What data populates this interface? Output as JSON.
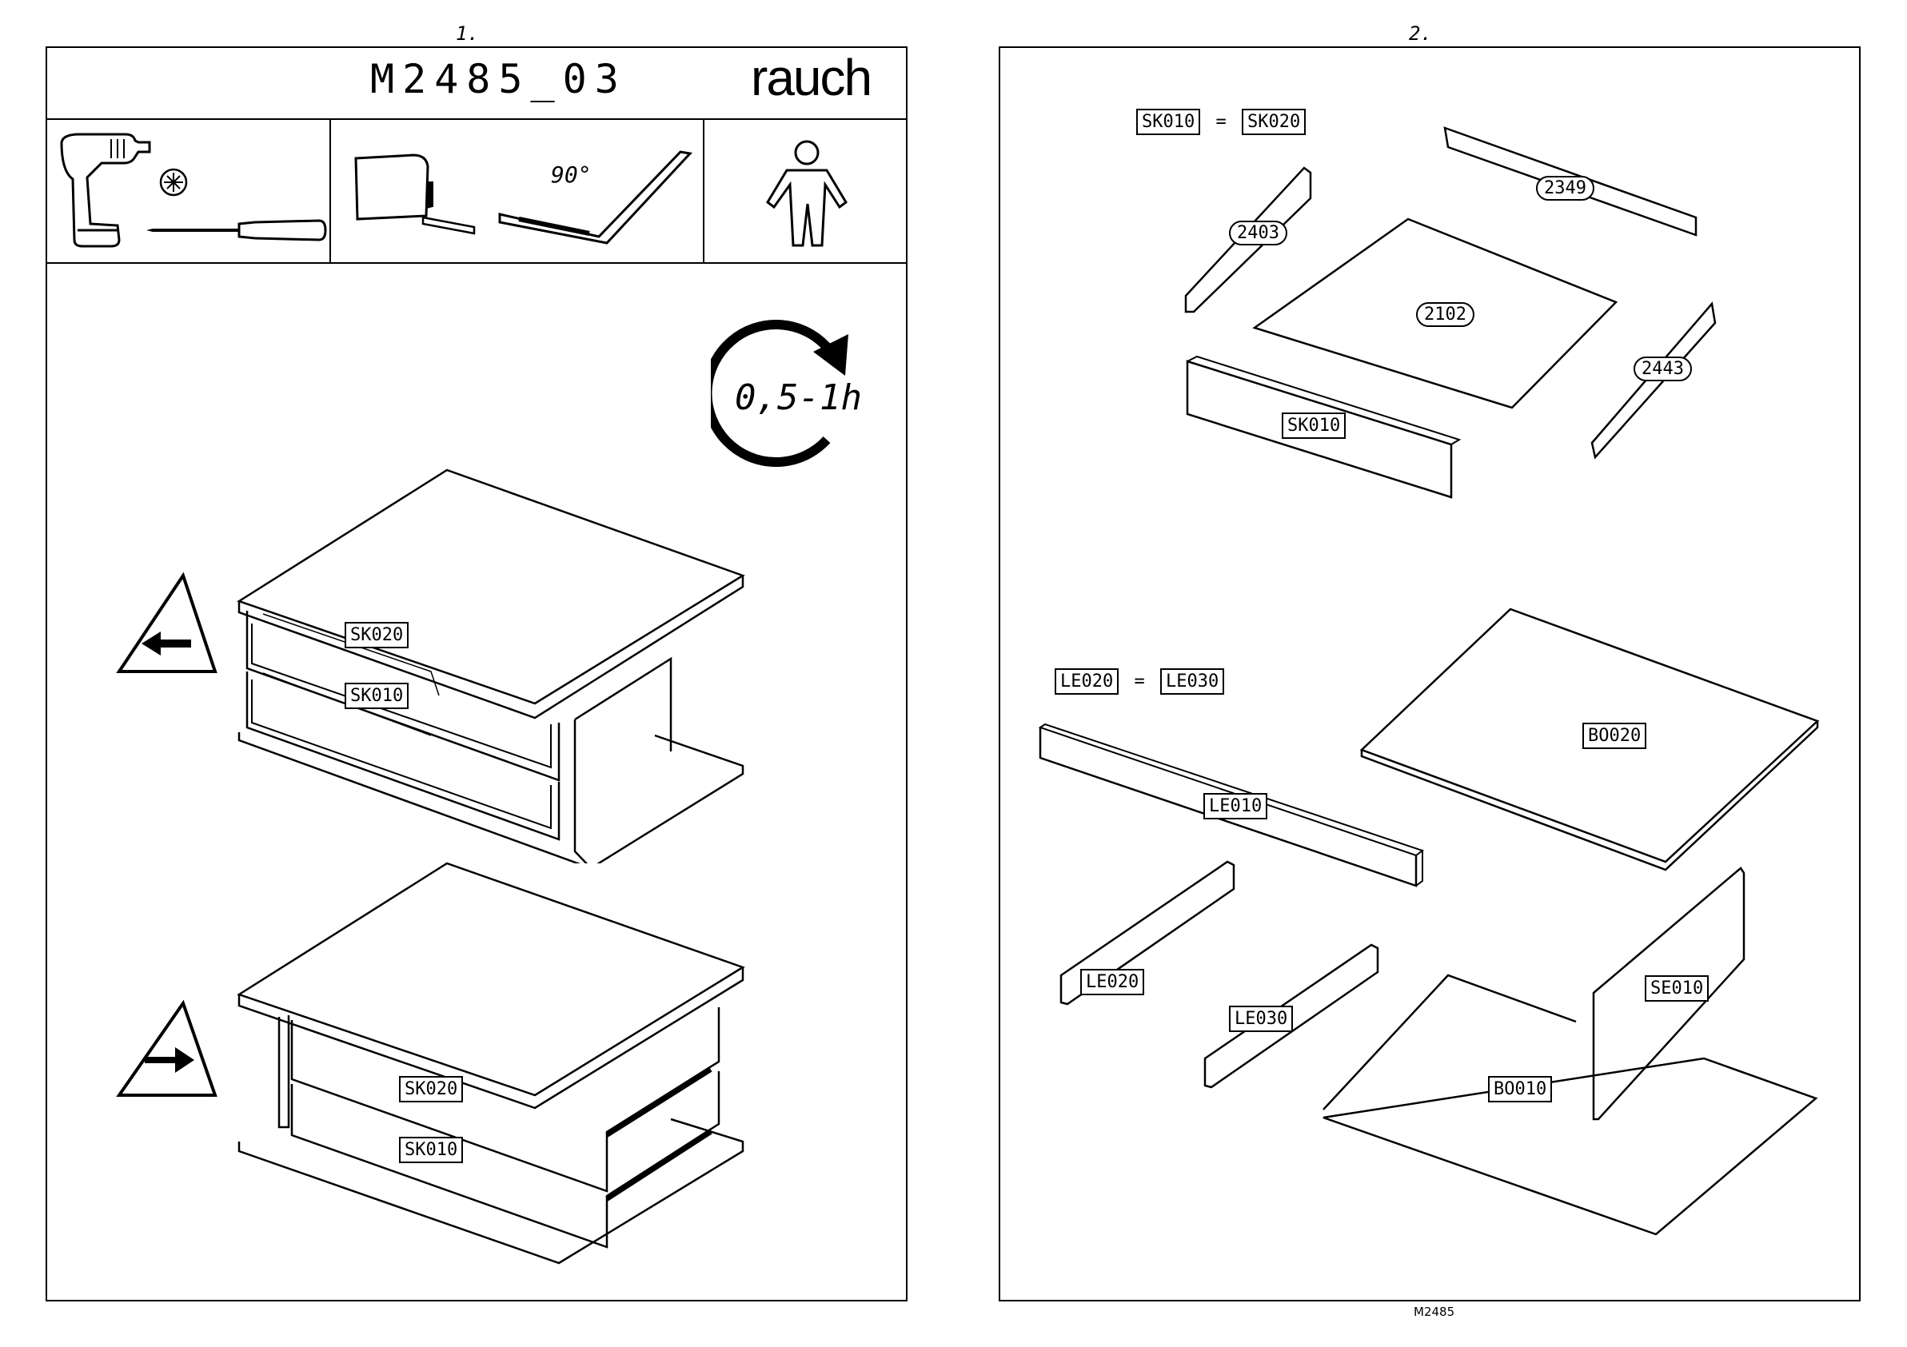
{
  "page1": {
    "number": "1.",
    "model": "M2485_03",
    "brand": "rauch",
    "time_estimate": "0,5-1h",
    "angle": "90°",
    "labels": {
      "sk020_a": "SK020",
      "sk010_a": "SK010",
      "sk020_b": "SK020",
      "sk010_b": "SK010"
    },
    "icons": [
      "drill-icon",
      "bit-icon",
      "screwdriver-icon",
      "tape-measure-icon",
      "square-ruler-icon",
      "person-icon",
      "clock-icon",
      "warning-arrow-left-icon",
      "warning-arrow-right-icon"
    ]
  },
  "page2": {
    "number": "2.",
    "eq1_left": "SK010",
    "eq1_sign": "=",
    "eq1_right": "SK020",
    "eq2_left": "LE020",
    "eq2_sign": "=",
    "eq2_right": "LE030",
    "parts": {
      "p2349": "2349",
      "p2403": "2403",
      "p2102": "2102",
      "p2443": "2443",
      "sk010": "SK010",
      "bo020": "BO020",
      "le010": "LE010",
      "le020": "LE020",
      "le030": "LE030",
      "se010": "SE010",
      "bo010": "BO010"
    },
    "footer": "M2485"
  }
}
